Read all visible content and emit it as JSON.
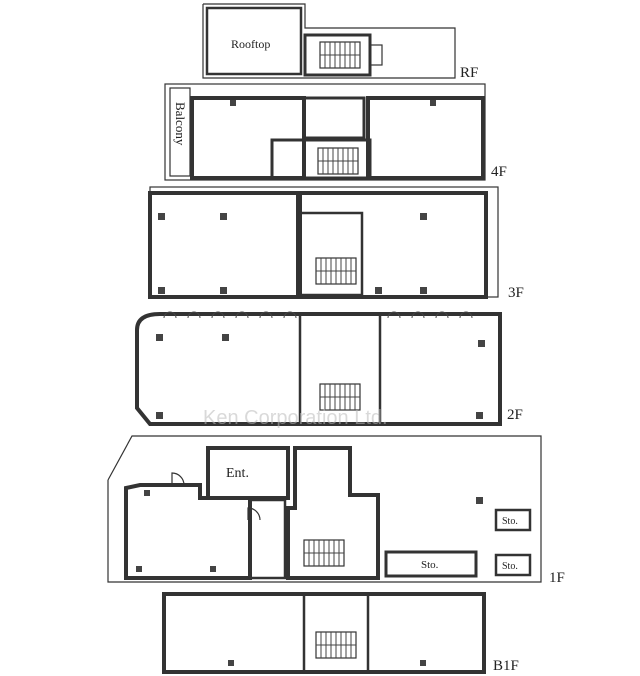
{
  "floors": {
    "rf": "RF",
    "f4": "4F",
    "f3": "3F",
    "f2": "2F",
    "f1": "1F",
    "b1f": "B1F"
  },
  "rooms": {
    "rooftop": "Rooftop",
    "balcony": "Balcony",
    "entrance": "Ent.",
    "storage_a": "Sto.",
    "storage_b": "Sto.",
    "storage_c": "Sto."
  },
  "watermark": "Ken Corporation Ltd."
}
